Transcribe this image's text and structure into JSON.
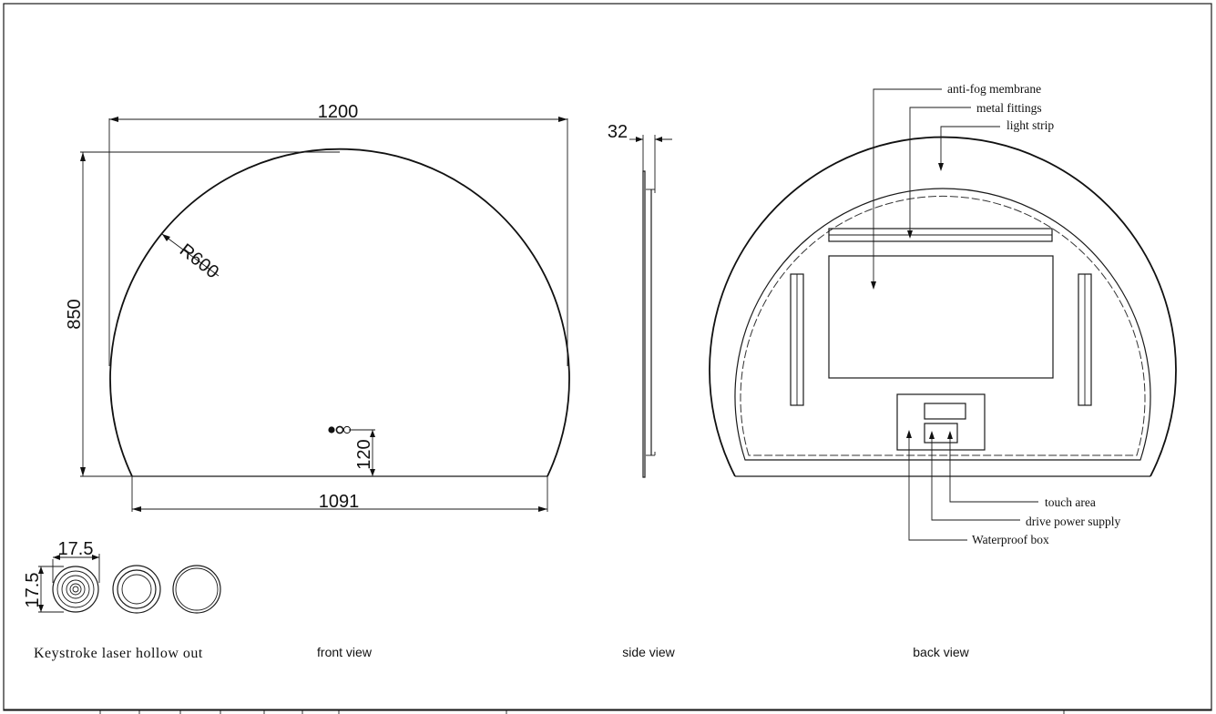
{
  "front_view": {
    "width_dim": "1200",
    "height_dim": "850",
    "radius_dim": "R600",
    "bottom_width_dim": "1091",
    "button_offset_dim": "120",
    "caption": "front view"
  },
  "side_view": {
    "thickness_dim": "32",
    "caption": "side view"
  },
  "back_view": {
    "callouts": {
      "anti_fog": "anti-fog membrane",
      "metal_fittings": "metal fittings",
      "light_strip": "light strip",
      "touch_area": "touch area",
      "drive_power": "drive power supply",
      "waterproof_box": "Waterproof box"
    },
    "caption": "back view"
  },
  "keystroke": {
    "width_dim": "17.5",
    "height_dim": "17.5",
    "caption": "Keystroke laser hollow out"
  }
}
